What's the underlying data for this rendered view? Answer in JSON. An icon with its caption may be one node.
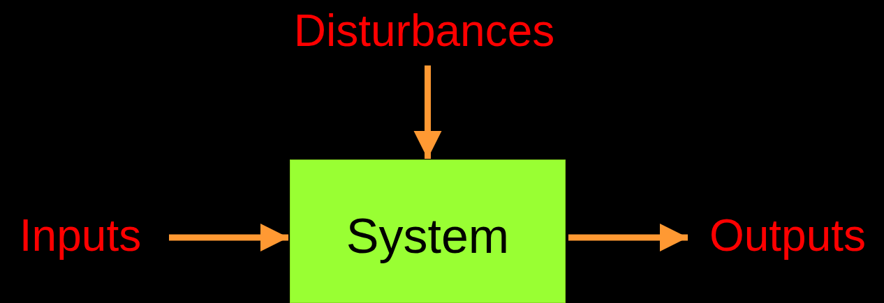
{
  "diagram": {
    "nodes": [
      {
        "text": [
          "Disturbances"
        ]
      },
      {
        "text": [
          "Inputs"
        ]
      },
      {
        "text": [
          "System"
        ]
      },
      {
        "text": [
          "Outputs"
        ]
      }
    ],
    "edges": [
      {
        "from": 0,
        "to": 2,
        "arrow": "to"
      },
      {
        "from": 1,
        "to": 2,
        "arrow": "to"
      },
      {
        "from": 2,
        "to": 3,
        "arrow": "to"
      }
    ]
  }
}
